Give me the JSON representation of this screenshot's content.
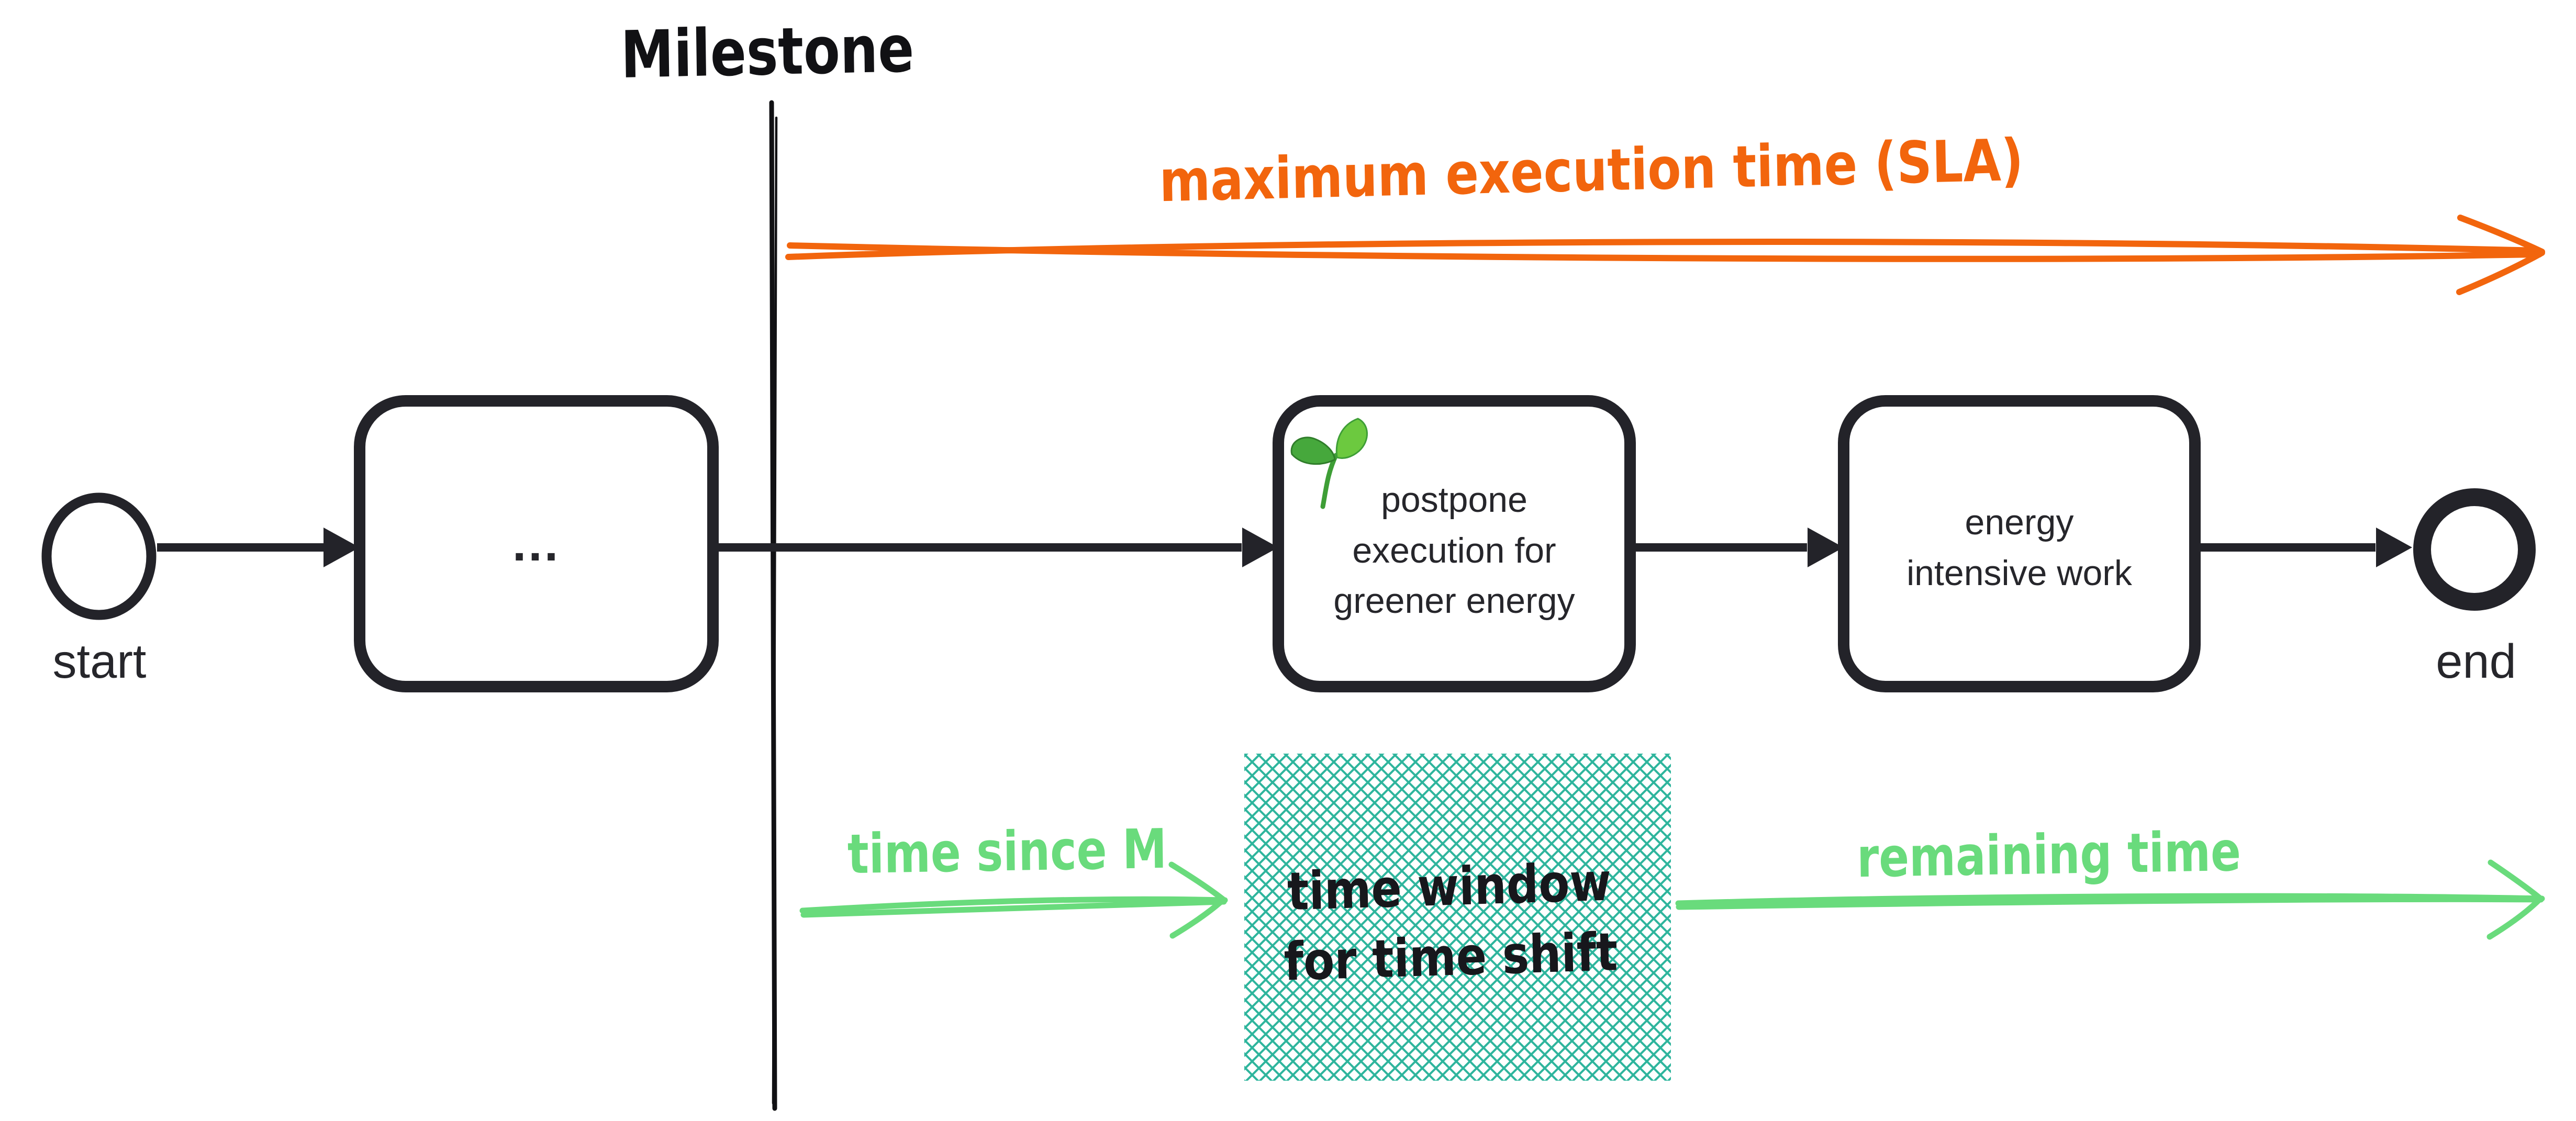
{
  "diagram_title": "Milestone",
  "timeline": {
    "sla_label": "maximum execution time (SLA)",
    "time_since_label": "time since M",
    "time_window_lines": [
      "time window",
      "for time shift"
    ],
    "remaining_label": "remaining time"
  },
  "process": {
    "start_label": "start",
    "end_label": "end",
    "tasks": [
      {
        "id": "previous-steps",
        "lines": [
          "..."
        ]
      },
      {
        "id": "postpone-task",
        "icon": "seedling-icon",
        "lines": [
          "postpone",
          "execution for",
          "greener energy"
        ]
      },
      {
        "id": "energy-task",
        "lines": [
          "energy",
          "intensive work"
        ]
      }
    ]
  },
  "colors": {
    "ink": "#232329",
    "milestone_line": "#111114",
    "sla_orange": "#f2650d",
    "timeline_green": "#69db7c",
    "hatch_teal": "#2fb59d",
    "hatch_text": "#17171c"
  }
}
